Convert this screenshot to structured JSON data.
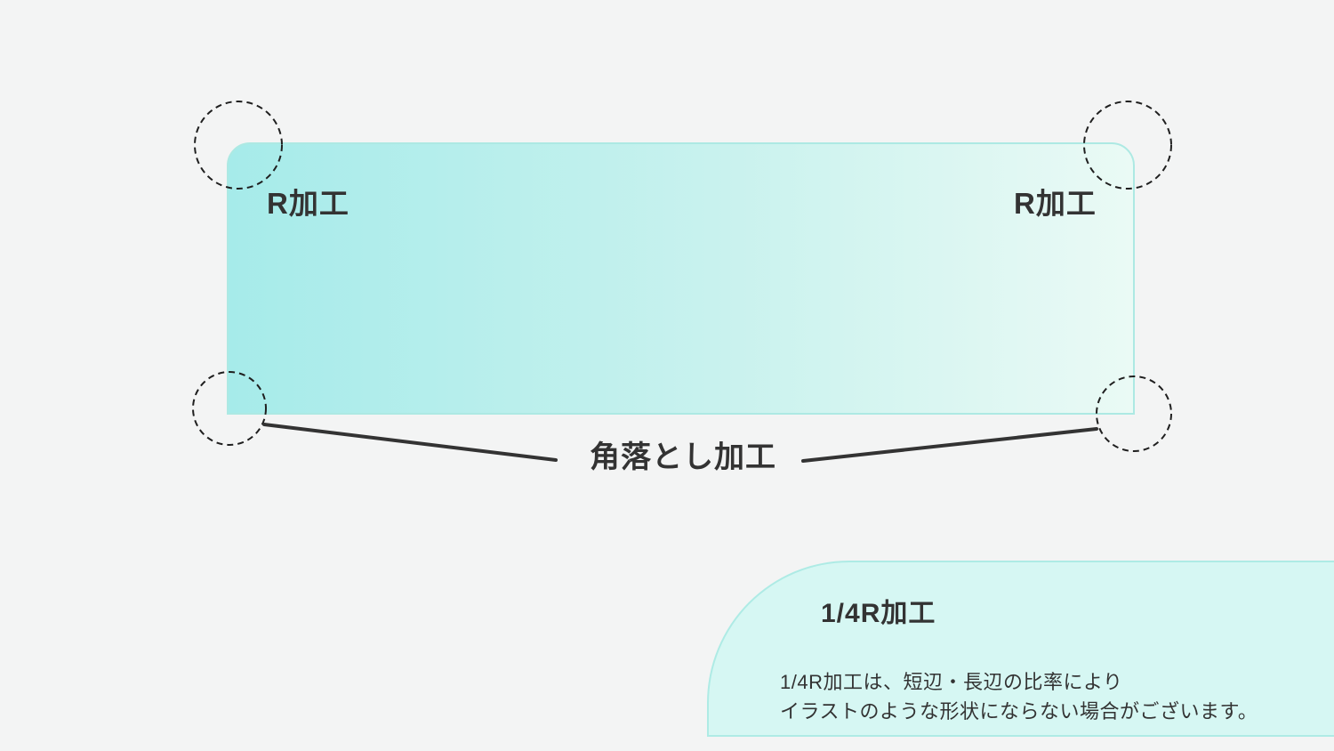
{
  "labels": {
    "r_top_left": "R加工",
    "r_top_right": "R加工",
    "corner_cut": "角落とし加工"
  },
  "panel": {
    "title": "1/4R加工",
    "body_line1": "1/4R加工は、短辺・長辺の比率により",
    "body_line2": "イラストのような形状にならない場合がございます。"
  },
  "colors": {
    "background": "#f3f4f4",
    "sheet_gradient_left": "#a6ebea",
    "sheet_gradient_right": "#eafaf5",
    "sheet_border": "#ade9e3",
    "panel_bg": "#d6f7f3",
    "panel_border": "#aeebe5",
    "annotation_line": "#333333",
    "circle_stroke": "#1f1f1f",
    "text": "#333333"
  }
}
